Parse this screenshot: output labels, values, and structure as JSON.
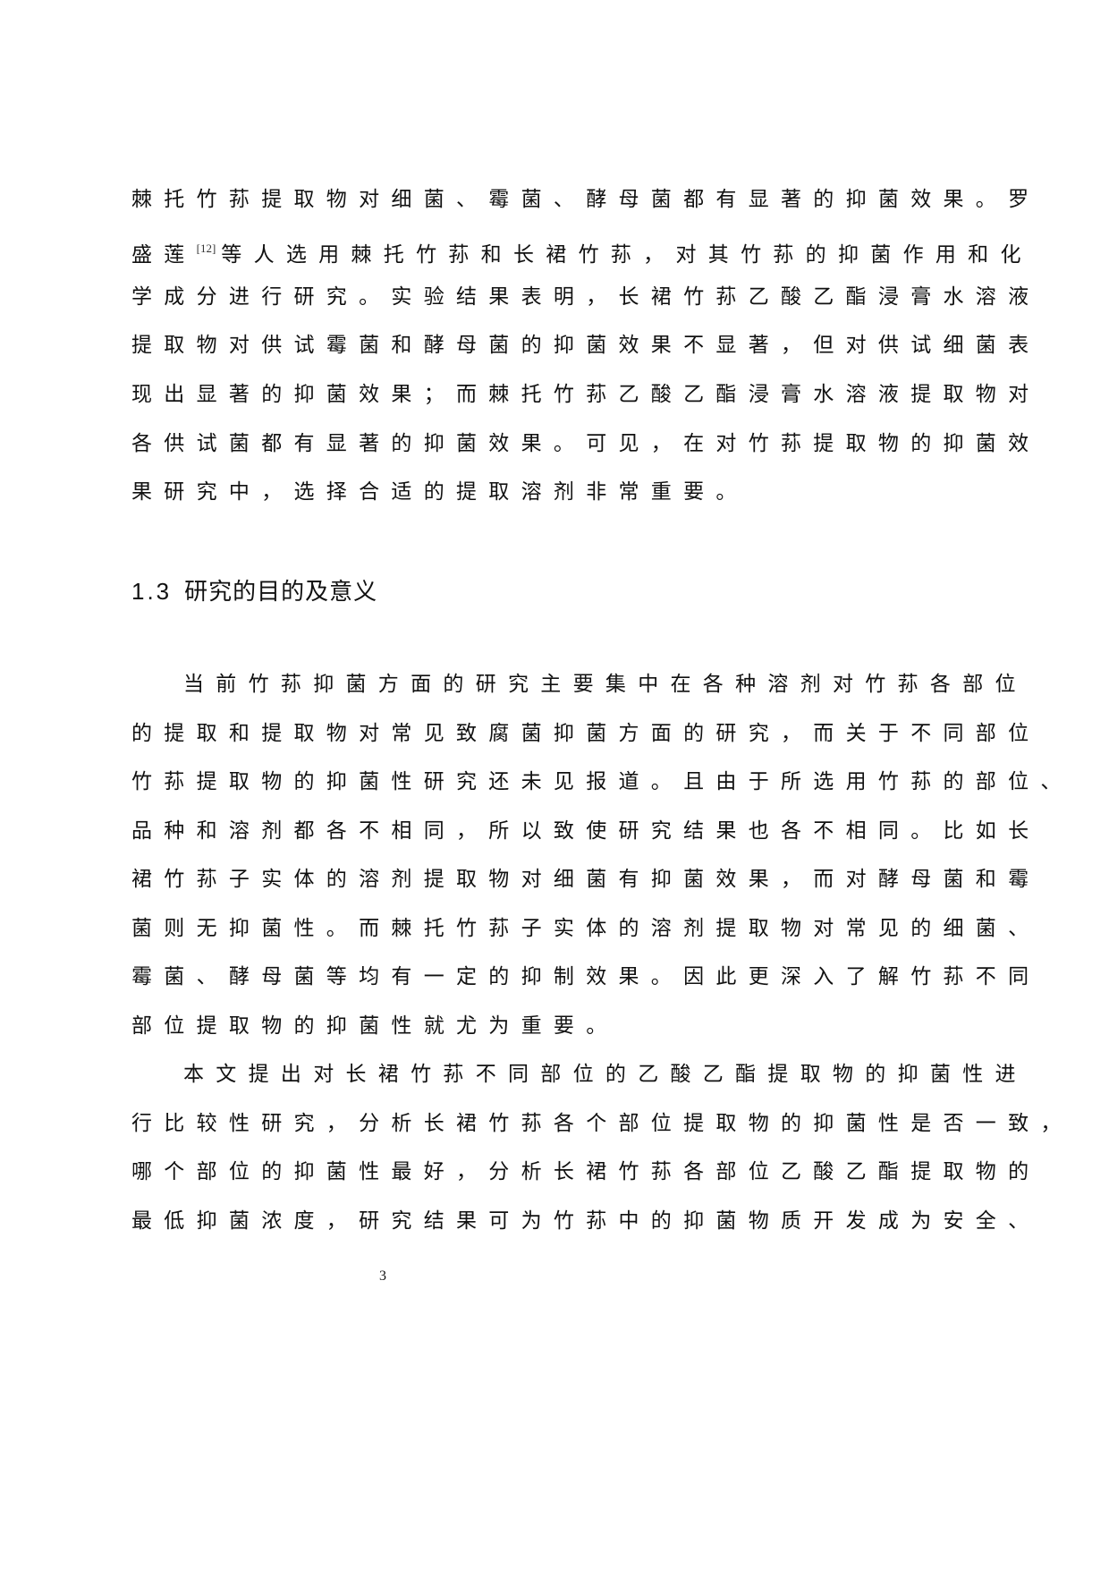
{
  "section1": {
    "lines": [
      "棘托竹荪提取物对细菌、霉菌、酵母菌都有显著的抑菌效果。罗",
      "等人选用棘托竹荪和长裙竹荪，对其竹荪的抑菌作用和化",
      "学成分进行研究。实验结果表明，长裙竹荪乙酸乙酯浸膏水溶液",
      "提取物对供试霉菌和酵母菌的抑菌效果不显著，但对供试细菌表",
      "现出显著的抑菌效果；而棘托竹荪乙酸乙酯浸膏水溶液提取物对",
      "各供试菌都有显著的抑菌效果。可见，在对竹荪提取物的抑菌效",
      "果研究中，选择合适的提取溶剂非常重要。"
    ],
    "line2_prefix": "盛莲",
    "citation": "[12]"
  },
  "heading": {
    "number": "1.3",
    "title": "研究的目的及意义"
  },
  "paragraph1": {
    "lines": [
      "当前竹荪抑菌方面的研究主要集中在各种溶剂对竹荪各部位",
      "的提取和提取物对常见致腐菌抑菌方面的研究，而关于不同部位",
      "竹荪提取物的抑菌性研究还未见报道。且由于所选用竹荪的部位、",
      "品种和溶剂都各不相同，所以致使研究结果也各不相同。比如长",
      "裙竹荪子实体的溶剂提取物对细菌有抑菌效果，而对酵母菌和霉",
      "菌则无抑菌性。而棘托竹荪子实体的溶剂提取物对常见的细菌、",
      "霉菌、酵母菌等均有一定的抑制效果。因此更深入了解竹荪不同",
      "部位提取物的抑菌性就尤为重要。"
    ]
  },
  "paragraph2": {
    "lines": [
      "本文提出对长裙竹荪不同部位的乙酸乙酯提取物的抑菌性进",
      "行比较性研究，分析长裙竹荪各个部位提取物的抑菌性是否一致，",
      "哪个部位的抑菌性最好，分析长裙竹荪各部位乙酸乙酯提取物的",
      "最低抑菌浓度，研究结果可为竹荪中的抑菌物质开发成为安全、"
    ]
  },
  "footer": {
    "page_number": "3"
  }
}
